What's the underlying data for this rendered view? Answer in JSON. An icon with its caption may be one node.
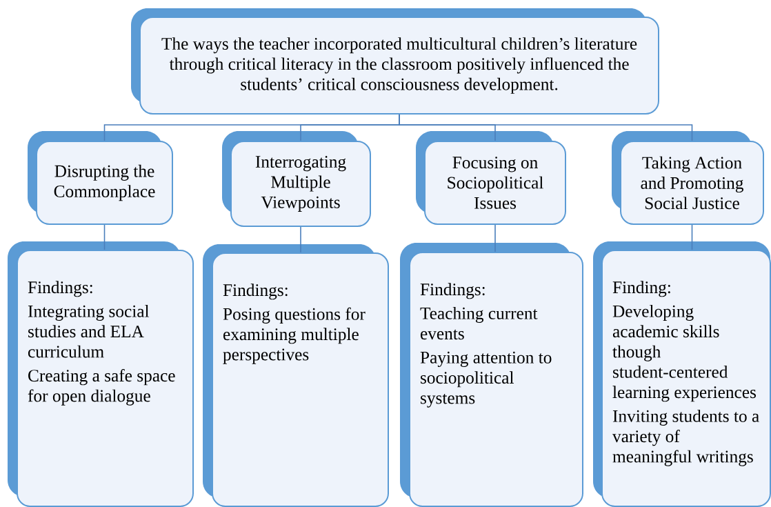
{
  "diagram": {
    "nodes": [
      {
        "text": [
          "The ways the teacher incorporated multicultural children’s literature through critical literacy in the classroom positively influenced the students’ critical consciousness development."
        ]
      },
      {
        "text": [
          "Disrupting the Commonplace"
        ]
      },
      {
        "text": [
          "Interrogating Multiple Viewpoints"
        ]
      },
      {
        "text": [
          "Focusing on Sociopolitical Issues"
        ]
      },
      {
        "text": [
          "Taking Action and Promoting Social Justice"
        ]
      },
      {
        "text": [
          "Findings:",
          "Integrating social studies and ELA curriculum",
          "Creating a safe space for open dialogue"
        ]
      },
      {
        "text": [
          "Findings:",
          "Posing questions for  examining multiple perspectives"
        ]
      },
      {
        "text": [
          "Findings:",
          "Teaching current events",
          "Paying attention to sociopolitical systems"
        ]
      },
      {
        "text": [
          "Finding:",
          "Developing academic skills though student-centered learning experiences",
          "Inviting students to a variety of meaningful writings"
        ]
      }
    ],
    "edges": [
      {
        "from": 0,
        "to": 1,
        "arrow": "none"
      },
      {
        "from": 0,
        "to": 2,
        "arrow": "none"
      },
      {
        "from": 0,
        "to": 3,
        "arrow": "none"
      },
      {
        "from": 0,
        "to": 4,
        "arrow": "none"
      },
      {
        "from": 1,
        "to": 5,
        "arrow": "none"
      },
      {
        "from": 2,
        "to": 6,
        "arrow": "none"
      },
      {
        "from": 3,
        "to": 7,
        "arrow": "none"
      },
      {
        "from": 4,
        "to": 8,
        "arrow": "none"
      }
    ]
  }
}
